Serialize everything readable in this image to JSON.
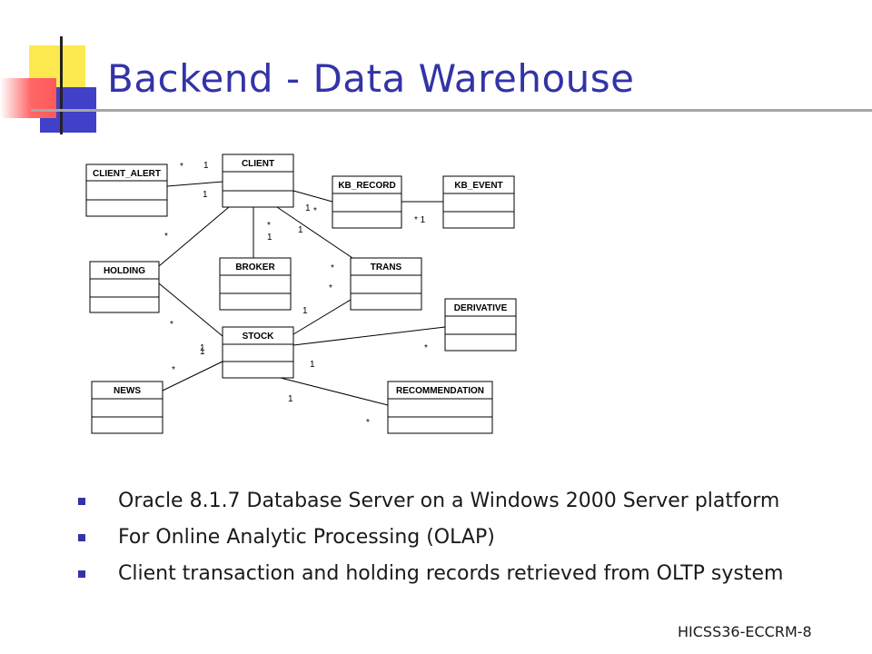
{
  "slide": {
    "title": "Backend - Data Warehouse",
    "footer": "HICSS36-ECCRM-8",
    "colors": {
      "title": "#3333a8",
      "square_yellow": "#fce94f",
      "square_red": "#ff6666",
      "square_blue": "#4040c8",
      "rule": "#a6a6a6"
    }
  },
  "diagram": {
    "entities": [
      {
        "id": "client_alert",
        "label": "CLIENT_ALERT"
      },
      {
        "id": "client",
        "label": "CLIENT"
      },
      {
        "id": "kb_record",
        "label": "KB_RECORD"
      },
      {
        "id": "kb_event",
        "label": "KB_EVENT"
      },
      {
        "id": "holding",
        "label": "HOLDING"
      },
      {
        "id": "broker",
        "label": "BROKER"
      },
      {
        "id": "trans",
        "label": "TRANS"
      },
      {
        "id": "derivative",
        "label": "DERIVATIVE"
      },
      {
        "id": "stock",
        "label": "STOCK"
      },
      {
        "id": "news",
        "label": "NEWS"
      },
      {
        "id": "recommendation",
        "label": "RECOMMENDATION"
      }
    ],
    "multiplicities": [
      "*",
      "1",
      "1",
      "1",
      "*",
      "*",
      "1",
      "* 1",
      "*",
      "1",
      "*",
      "*",
      "1",
      "1",
      "*",
      "1",
      "*",
      "1",
      "*",
      "1",
      "*"
    ]
  },
  "bullets": [
    "Oracle 8.1.7 Database Server on a Windows 2000 Server platform",
    "For Online Analytic Processing (OLAP)",
    "Client transaction and holding records retrieved from OLTP system"
  ]
}
